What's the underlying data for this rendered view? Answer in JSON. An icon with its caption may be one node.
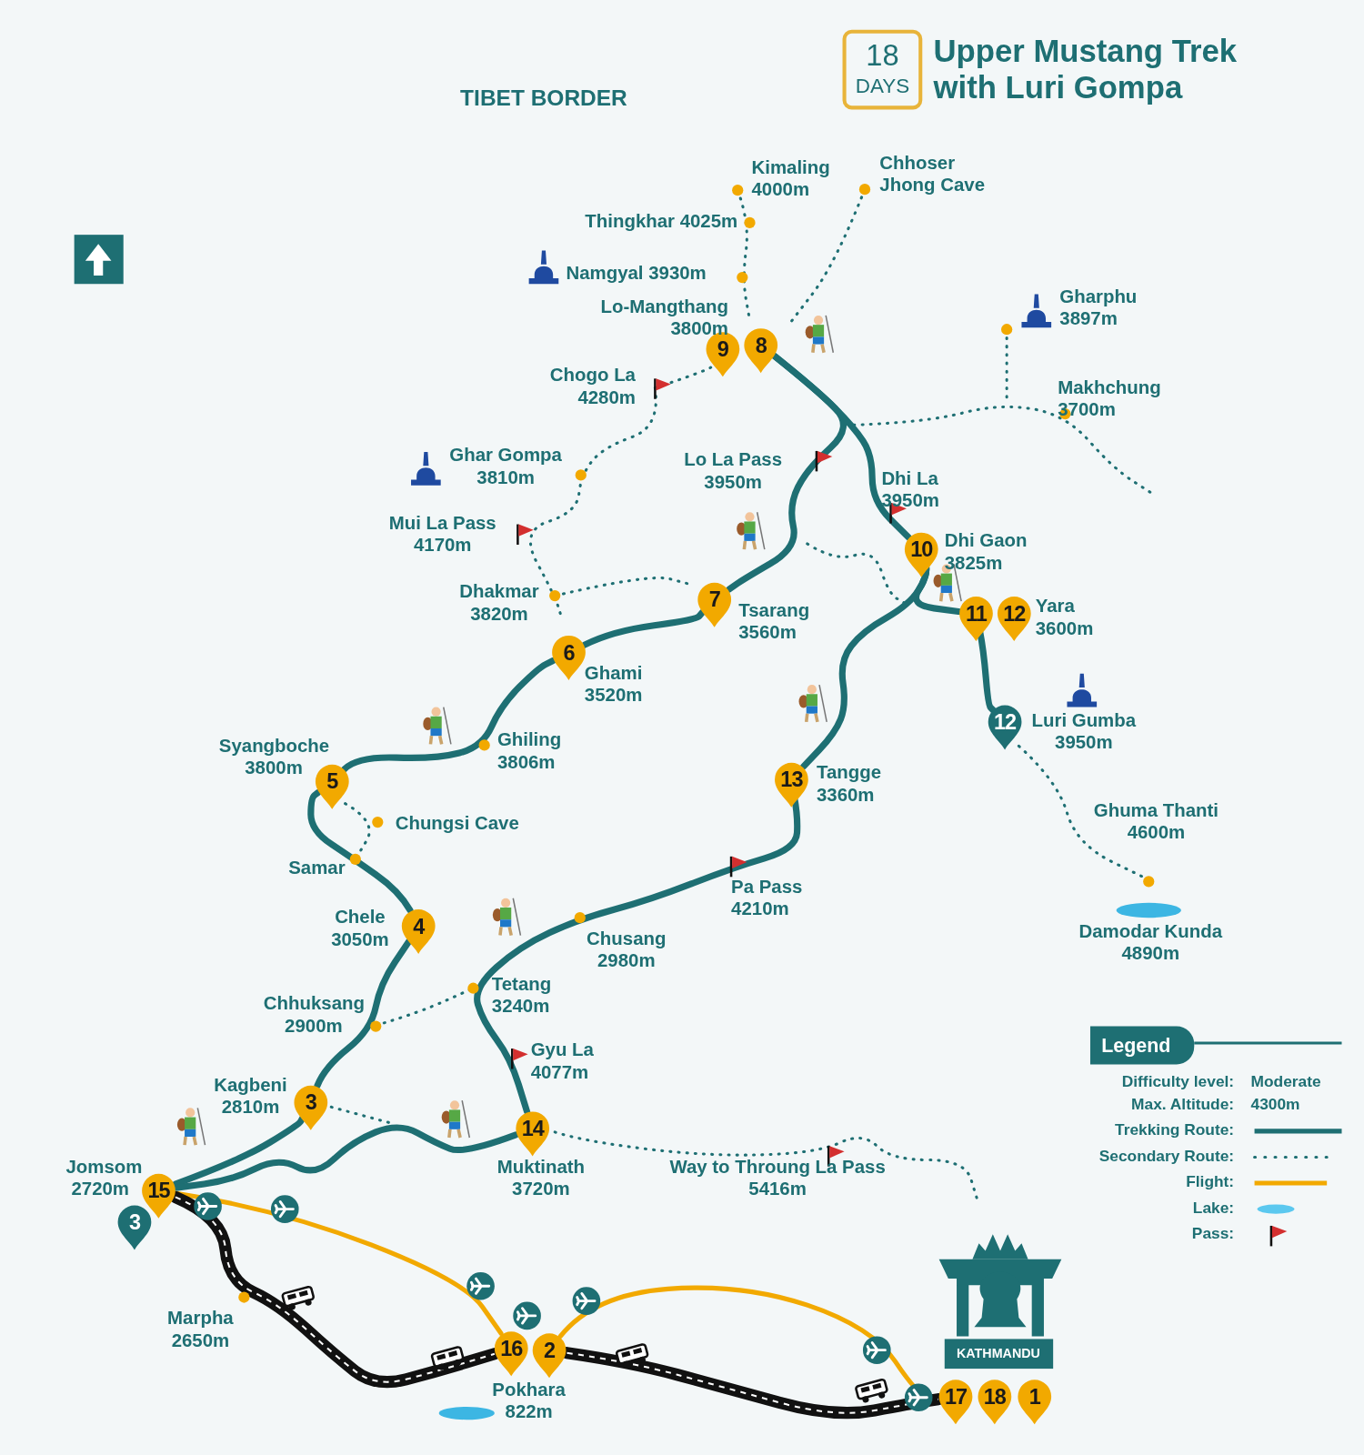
{
  "diagram": {
    "title": "Upper Mustang Trek with Luri Gompa",
    "nodes": [
      {
        "text": [
          "18",
          "DAYS"
        ]
      },
      {
        "text": [
          "9"
        ],
        "beside": [
          "Lo-Mangthang 3800m"
        ]
      },
      {
        "text": [
          "8"
        ]
      },
      {
        "text": [
          "10"
        ],
        "beside": [
          "Dhi Gaon 3825m"
        ]
      },
      {
        "text": [
          "7"
        ],
        "beside": [
          "Tsarang 3560m"
        ]
      },
      {
        "text": [
          "11"
        ]
      },
      {
        "text": [
          "12"
        ],
        "beside": [
          "Yara 3600m"
        ]
      },
      {
        "text": [
          "6"
        ],
        "beside": [
          "Ghami 3520m"
        ]
      },
      {
        "text": [
          "12"
        ],
        "beside": [
          "Luri Gumba 3950m"
        ]
      },
      {
        "text": [
          "5"
        ],
        "beside": [
          "Syangboche 3800m"
        ]
      },
      {
        "text": [
          "13"
        ],
        "beside": [
          "Tangge 3360m"
        ]
      },
      {
        "text": [
          "4"
        ],
        "beside": [
          "Chele 3050m"
        ]
      },
      {
        "text": [
          "3"
        ],
        "beside": [
          "Kagbeni 2810m"
        ]
      },
      {
        "text": [
          "14"
        ],
        "beside": [
          "Muktinath 3720m"
        ]
      },
      {
        "text": [
          "15"
        ],
        "beside": [
          "Jomsom 2720m"
        ]
      },
      {
        "text": [
          "3"
        ]
      },
      {
        "text": [
          "16"
        ],
        "beside": [
          "Pokhara 822m"
        ]
      },
      {
        "text": [
          "2"
        ]
      },
      {
        "text": [
          "17"
        ]
      },
      {
        "text": [
          "18"
        ]
      },
      {
        "text": [
          "1"
        ]
      }
    ],
    "edges": [
      {
        "from": 14,
        "to": 12,
        "arrow": "none"
      },
      {
        "from": 12,
        "to": 11,
        "arrow": "none"
      },
      {
        "from": 11,
        "to": 9,
        "arrow": "none"
      },
      {
        "from": 9,
        "to": 7,
        "arrow": "none"
      },
      {
        "from": 7,
        "to": 4,
        "arrow": "none"
      },
      {
        "from": 2,
        "to": 4,
        "arrow": "none"
      },
      {
        "from": 2,
        "to": 3,
        "arrow": "none"
      },
      {
        "from": 3,
        "to": 5,
        "arrow": "none"
      },
      {
        "from": 5,
        "to": 8,
        "arrow": "none"
      },
      {
        "from": 3,
        "to": 10,
        "arrow": "none"
      },
      {
        "from": 10,
        "to": 13,
        "arrow": "none"
      },
      {
        "from": 13,
        "to": 14,
        "arrow": "none"
      },
      {
        "from": 14,
        "to": 16,
        "arrow": "none",
        "color": "#f2a900"
      },
      {
        "from": 17,
        "to": 18,
        "arrow": "none",
        "color": "#f2a900"
      },
      {
        "from": 14,
        "to": 16,
        "arrow": "none",
        "style": "thick",
        "color": "#111111"
      },
      {
        "from": 17,
        "to": 18,
        "arrow": "none",
        "style": "thick",
        "color": "#111111"
      }
    ],
    "labels": [
      "TIBET BORDER",
      "Kimaling 4000m",
      "Chhoser Jhong Cave",
      "Thingkhar 4025m",
      "Namgyal 3930m",
      "Gharphu 3897m",
      "Chogo La 4280m",
      "Makhchung 3700m",
      "Ghar Gompa 3810m",
      "Lo La Pass 3950m",
      "Dhi La 3950m",
      "Mui La Pass 4170m",
      "Dhakmar 3820m",
      "Ghiling 3806m",
      "Chungsi Cave",
      "Ghuma Thanti 4600m",
      "Samar",
      "Pa Pass 4210m",
      "Chusang 2980m",
      "Damodar Kunda 4890m",
      "Tetang 3240m",
      "Chhuksang 2900m",
      "Gyu La 4077m",
      "Way to Throung La Pass 5416m",
      "Marpha 2650m",
      "KATHMANDU",
      "Legend",
      "Difficulty level:",
      "Moderate",
      "Max. Altitude:",
      "4300m"
    ],
    "legend": [
      {
        "text": "Trekking Route:"
      },
      {
        "text": "Secondary Route:"
      },
      {
        "text": "Flight:"
      },
      {
        "text": "Lake:",
        "color": "#5bc8ef"
      },
      {
        "text": "Pass:"
      }
    ]
  }
}
